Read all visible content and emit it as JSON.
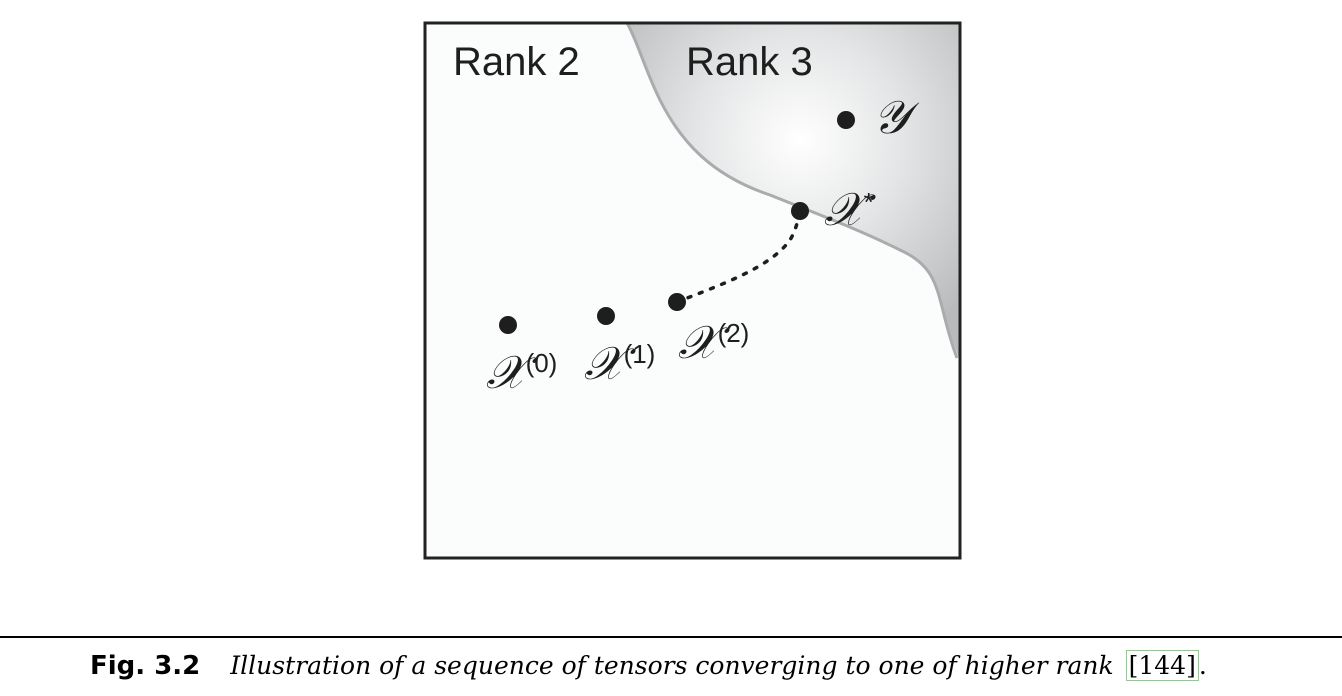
{
  "figure": {
    "region_left_label": "Rank 2",
    "region_right_label": "Rank 3",
    "points": [
      {
        "symbol": "𝒳",
        "superscript": "(0)"
      },
      {
        "symbol": "𝒳",
        "superscript": "(1)"
      },
      {
        "symbol": "𝒳",
        "superscript": "(2)"
      },
      {
        "symbol": "𝒳",
        "superscript": "*"
      },
      {
        "symbol": "𝒴",
        "superscript": ""
      }
    ],
    "colors": {
      "frame": "#222222",
      "background": "#fbfdfd",
      "shade_light": "#ffffff",
      "shade_dark": "#b8babb",
      "boundary": "#a9abad",
      "point": "#1e1e1e"
    }
  },
  "caption": {
    "label": "Fig. 3.2",
    "text": "Illustration of a sequence of tensors converging to one of higher rank ",
    "ref": "[144]",
    "end": "."
  }
}
